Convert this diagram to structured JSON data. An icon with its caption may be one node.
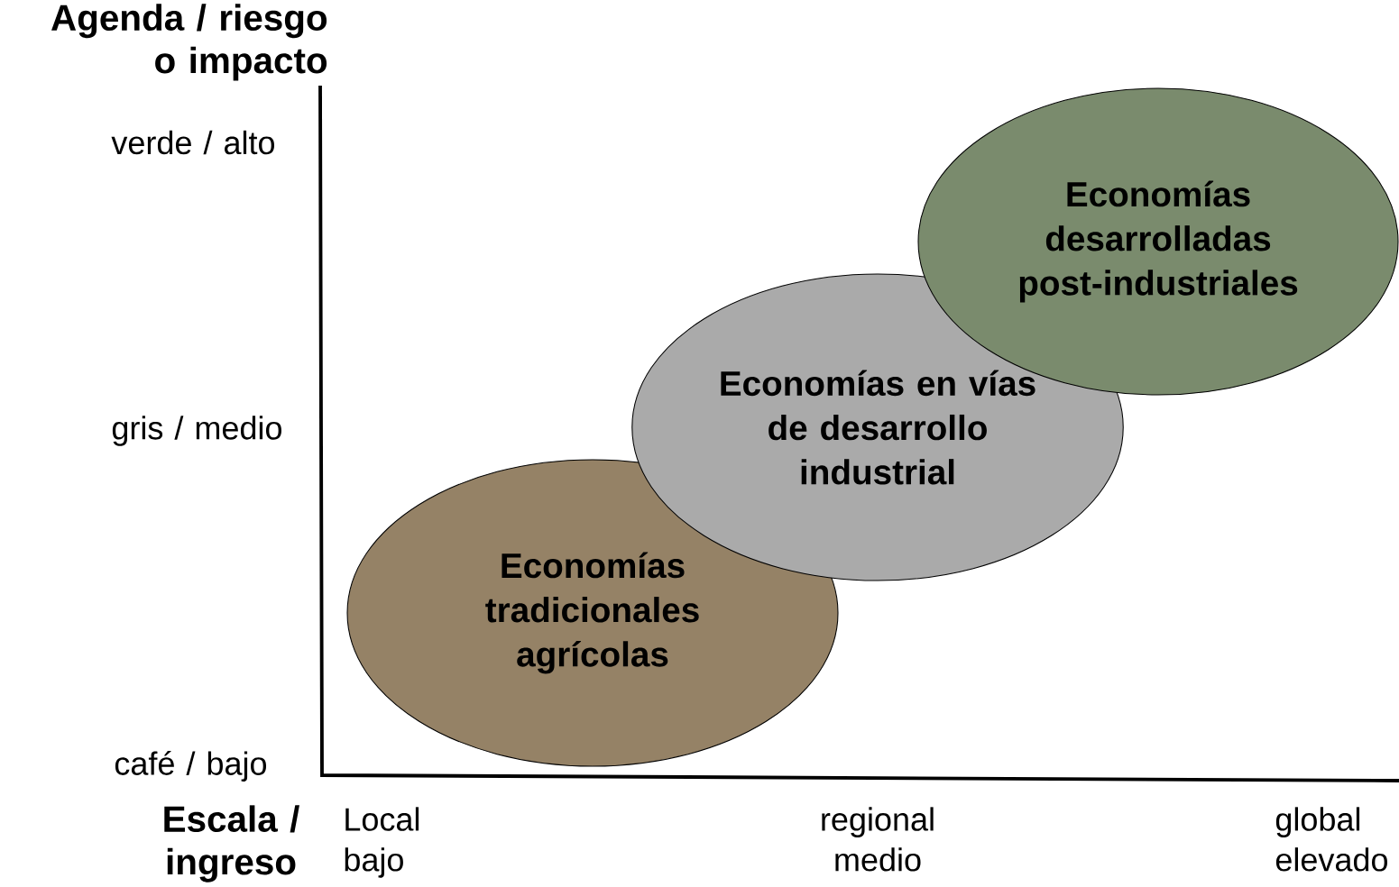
{
  "diagram": {
    "nodes": [
      {
        "text": [
          "Economías tradicionales agrícolas"
        ]
      },
      {
        "text": [
          "Economías en vías de desarrollo industrial"
        ]
      },
      {
        "text": [
          "Economías desarrolladas post-industriales"
        ]
      }
    ],
    "labels": [
      "Agenda / riesgo o impacto",
      "verde / alto",
      "gris / medio",
      "café / bajo",
      "Escala / ingreso",
      "Local bajo",
      "regional medio",
      "global elevado"
    ]
  }
}
